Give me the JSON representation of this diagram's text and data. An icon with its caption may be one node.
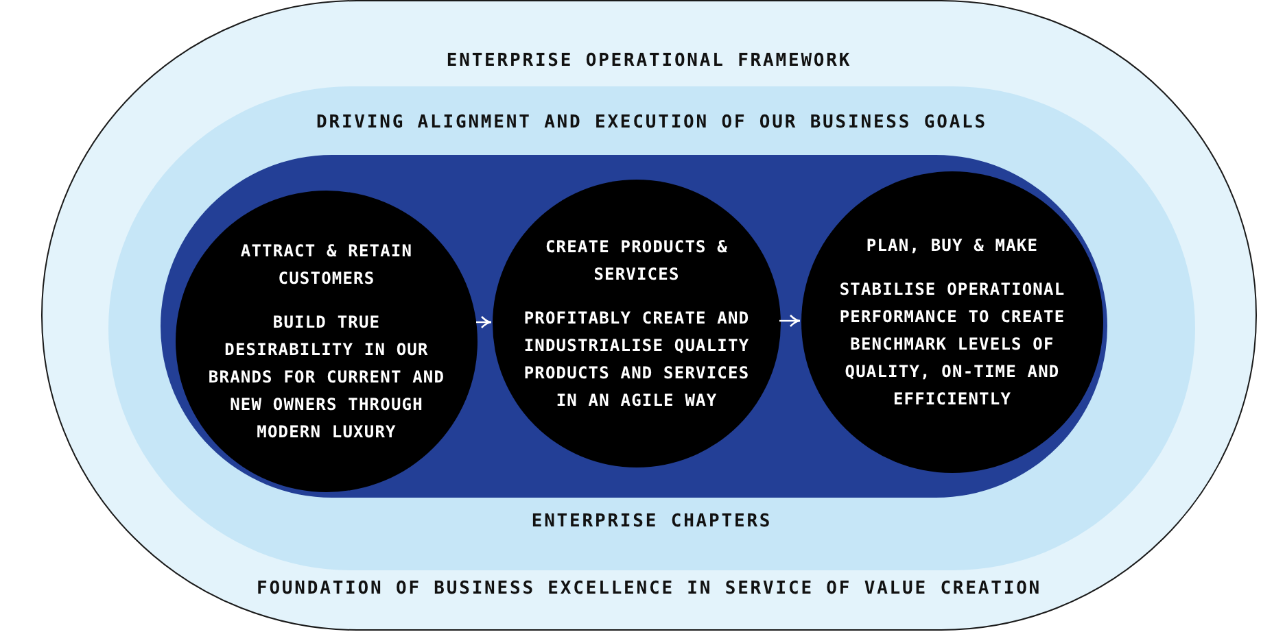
{
  "diagram": {
    "nodes": [
      {
        "text": [
          "ENTERPRISE OPERATIONAL FRAMEWORK",
          "FOUNDATION OF BUSINESS EXCELLENCE IN SERVICE OF VALUE CREATION"
        ]
      },
      {
        "text": [
          "DRIVING ALIGNMENT AND EXECUTION OF OUR BUSINESS GOALS",
          "ENTERPRISE CHAPTERS"
        ],
        "in": 0
      },
      {
        "text": [],
        "shape": "box",
        "in": 1
      },
      {
        "text": [
          "ATTRACT & RETAIN CUSTOMERS",
          "BUILD TRUE DESIRABILITY IN OUR BRANDS FOR CURRENT AND NEW OWNERS THROUGH MODERN LUXURY"
        ],
        "in": 2
      },
      {
        "text": [
          "CREATE PRODUCTS & SERVICES",
          "PROFITABLY CREATE AND INDUSTRIALISE QUALITY PRODUCTS AND SERVICES IN AN AGILE WAY"
        ],
        "in": 2
      },
      {
        "text": [
          "PLAN, BUY & MAKE",
          "STABILISE OPERATIONAL PERFORMANCE TO CREATE BENCHMARK LEVELS OF QUALITY, ON-TIME AND EFFICIENTLY"
        ],
        "in": 2
      }
    ],
    "edges": [
      {
        "from": 3,
        "to": 4,
        "arrow": "to"
      },
      {
        "from": 4,
        "to": 5,
        "arrow": "to"
      }
    ]
  }
}
